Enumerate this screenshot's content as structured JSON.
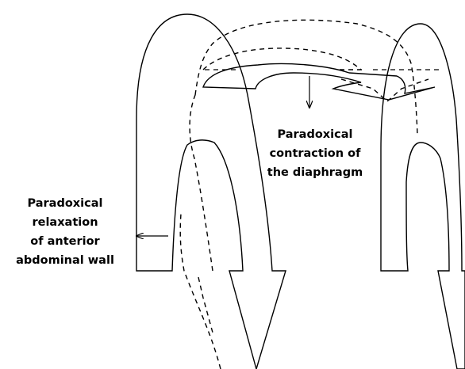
{
  "labels": {
    "diaphragm": [
      "Paradoxical",
      "contraction of",
      "the diaphragm"
    ],
    "abdominal_wall": [
      "Paradoxical",
      "relaxation",
      "of anterior",
      "abdominal wall"
    ]
  },
  "colors": {
    "stroke": "#000000",
    "background": "#ffffff"
  }
}
